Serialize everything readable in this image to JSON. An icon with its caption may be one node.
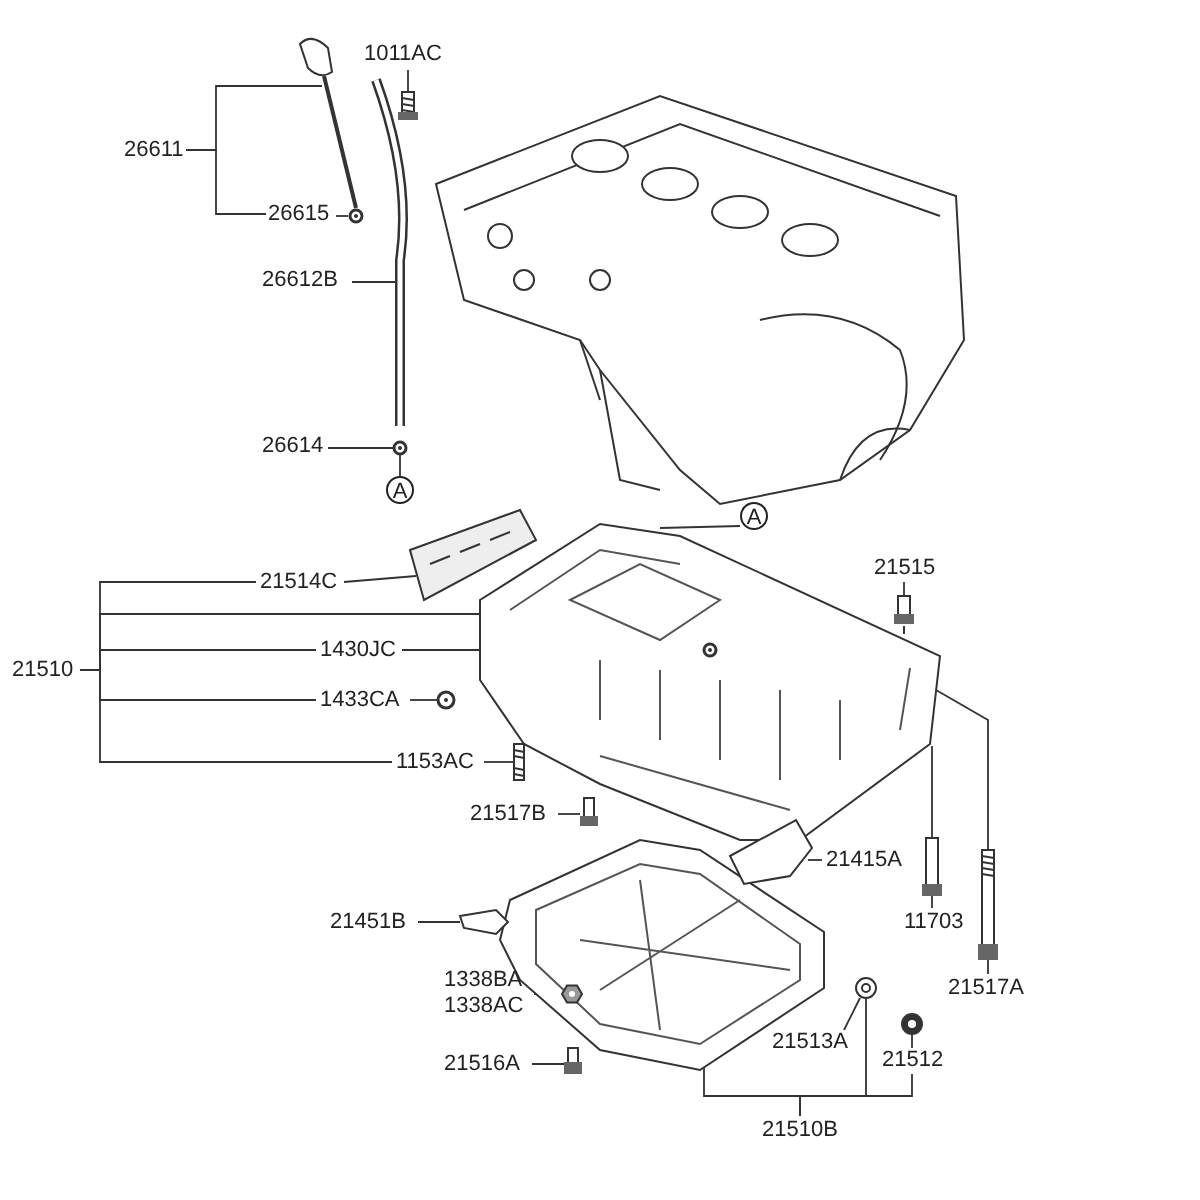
{
  "diagram": {
    "nodes": [
      {
        "text": [
          "26611"
        ]
      },
      {
        "text": [],
        "shape": "picture"
      },
      {
        "text": [
          "1011AC"
        ]
      },
      {
        "text": [],
        "shape": "picture"
      },
      {
        "text": [
          "26615"
        ]
      },
      {
        "text": [],
        "shape": "circle"
      },
      {
        "text": [
          "26612B"
        ]
      },
      {
        "text": [],
        "shape": "picture"
      },
      {
        "text": [
          "26614"
        ]
      },
      {
        "text": [],
        "shape": "circle"
      },
      {
        "text": [
          "A"
        ]
      },
      {
        "text": [
          "A"
        ]
      },
      {
        "text": [],
        "shape": "picture"
      },
      {
        "text": [
          "21514C"
        ]
      },
      {
        "text": [],
        "shape": "picture"
      },
      {
        "text": [
          "21510"
        ]
      },
      {
        "text": [
          "1430JC"
        ]
      },
      {
        "text": [],
        "shape": "circle",
        "in": 12
      },
      {
        "text": [
          "1433CA"
        ]
      },
      {
        "text": [],
        "shape": "circle"
      },
      {
        "text": [
          "1153AC"
        ]
      },
      {
        "text": [],
        "shape": "picture"
      },
      {
        "text": [
          "21517B"
        ]
      },
      {
        "text": [],
        "shape": "picture"
      },
      {
        "text": [
          "21515"
        ]
      },
      {
        "text": [],
        "shape": "picture"
      },
      {
        "text": [
          "21415A"
        ]
      },
      {
        "text": [],
        "shape": "picture"
      },
      {
        "text": [
          "11703"
        ]
      },
      {
        "text": [],
        "shape": "picture"
      },
      {
        "text": [
          "21517A"
        ]
      },
      {
        "text": [],
        "shape": "picture"
      },
      {
        "text": [
          "21451B"
        ]
      },
      {
        "text": [],
        "shape": "picture"
      },
      {
        "text": [
          "1338BA",
          "1338AC"
        ]
      },
      {
        "text": [],
        "shape": "picture",
        "in": 43
      },
      {
        "text": [
          "21516A"
        ]
      },
      {
        "text": [],
        "shape": "picture"
      },
      {
        "text": [
          "21513A"
        ]
      },
      {
        "text": [],
        "shape": "picture"
      },
      {
        "text": [
          "21512"
        ]
      },
      {
        "text": [],
        "shape": "picture"
      },
      {
        "text": [
          "21510B"
        ]
      },
      {
        "text": [],
        "shape": "picture"
      }
    ],
    "edges": [
      {
        "from": 0,
        "to": 1,
        "arrow": "none"
      },
      {
        "from": 0,
        "to": 4,
        "arrow": "none"
      },
      {
        "from": 2,
        "to": 3,
        "arrow": "none"
      },
      {
        "from": 4,
        "to": 5,
        "arrow": "none"
      },
      {
        "from": 6,
        "to": 7,
        "arrow": "none"
      },
      {
        "from": 8,
        "to": 9,
        "arrow": "none"
      },
      {
        "from": 9,
        "to": 10,
        "arrow": "none"
      },
      {
        "from": 11,
        "to": 12,
        "arrow": "none"
      },
      {
        "from": 13,
        "to": 14,
        "arrow": "none"
      },
      {
        "from": 15,
        "to": 13,
        "arrow": "none"
      },
      {
        "from": 15,
        "to": 12,
        "arrow": "none"
      },
      {
        "from": 15,
        "to": 16,
        "arrow": "none"
      },
      {
        "from": 15,
        "to": 18,
        "arrow": "none"
      },
      {
        "from": 15,
        "to": 20,
        "arrow": "none"
      },
      {
        "from": 16,
        "to": 17,
        "arrow": "none"
      },
      {
        "from": 18,
        "to": 19,
        "arrow": "none"
      },
      {
        "from": 20,
        "to": 21,
        "arrow": "none"
      },
      {
        "from": 22,
        "to": 23,
        "arrow": "none"
      },
      {
        "from": 24,
        "to": 25,
        "arrow": "none"
      },
      {
        "from": 25,
        "to": 12,
        "arrow": "none",
        "style": "dashed"
      },
      {
        "from": 26,
        "to": 27,
        "arrow": "none"
      },
      {
        "from": 28,
        "to": 29,
        "arrow": "none"
      },
      {
        "from": 29,
        "to": 12,
        "arrow": "none"
      },
      {
        "from": 30,
        "to": 31,
        "arrow": "none"
      },
      {
        "from": 31,
        "to": 12,
        "arrow": "none"
      },
      {
        "from": 32,
        "to": 33,
        "arrow": "none"
      },
      {
        "from": 34,
        "to": 35,
        "arrow": "none"
      },
      {
        "from": 36,
        "to": 37,
        "arrow": "none"
      },
      {
        "from": 38,
        "to": 39,
        "arrow": "none"
      },
      {
        "from": 40,
        "to": 41,
        "arrow": "none"
      },
      {
        "from": 42,
        "to": 43,
        "arrow": "none"
      },
      {
        "from": 42,
        "to": 39,
        "arrow": "none"
      },
      {
        "from": 42,
        "to": 40,
        "arrow": "none"
      }
    ]
  }
}
